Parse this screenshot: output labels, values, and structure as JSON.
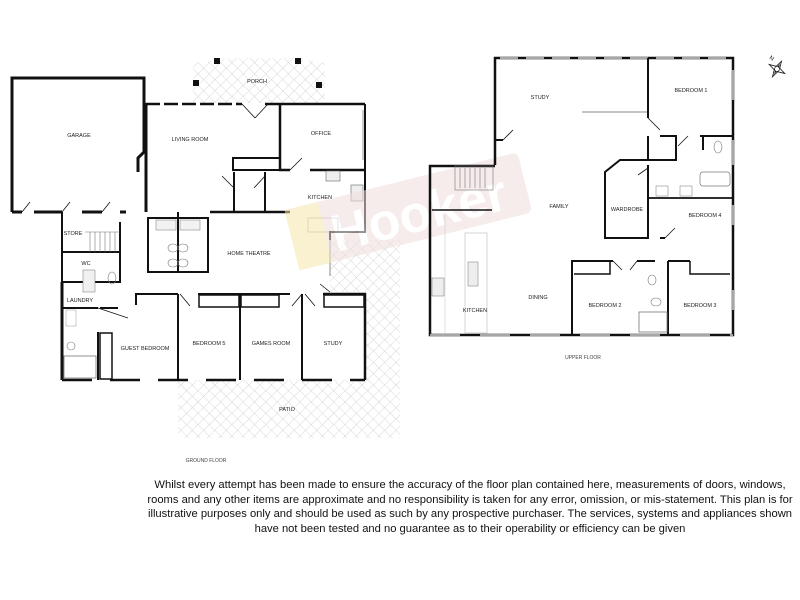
{
  "watermark": {
    "brand": "LJ Hooker",
    "text": "Hooker",
    "accent_red": "#e8b4b4",
    "accent_yellow": "#f5e6a8"
  },
  "ground_floor": {
    "title": "GROUND FLOOR",
    "rooms": {
      "porch": "PORCH",
      "garage": "GARAGE",
      "living_room": "LIVING ROOM",
      "office": "OFFICE",
      "kitchen": "KITCHEN",
      "store": "STORE",
      "wc": "WC",
      "home_theatre": "HOME THEATRE",
      "laundry": "LAUNDRY",
      "guest_bedroom": "GUEST BEDROOM",
      "bedroom5": "BEDROOM 5",
      "games_room": "GAMES ROOM",
      "study": "STUDY",
      "patio": "PATIO"
    }
  },
  "upper_floor": {
    "title": "UPPER FLOOR",
    "rooms": {
      "study": "STUDY",
      "bedroom1": "BEDROOM 1",
      "family": "FAMILY",
      "wardrobe": "WARDROBE",
      "bedroom4": "BEDROOM 4",
      "kitchen": "KITCHEN",
      "dining": "DINING",
      "bedroom2": "BEDROOM 2",
      "bedroom3": "BEDROOM 3"
    }
  },
  "compass": {
    "label": "N"
  },
  "disclaimer": "Whilst every attempt has been made to ensure the accuracy of the floor plan contained here, measurements of doors, windows, rooms and any other items are approximate and no responsibility is taken for any error, omission, or mis-statement. This plan is for illustrative purposes only and should be used as such by any prospective purchaser. The services, systems and appliances shown have not been tested and no guarantee as to their operability or efficiency can be given"
}
